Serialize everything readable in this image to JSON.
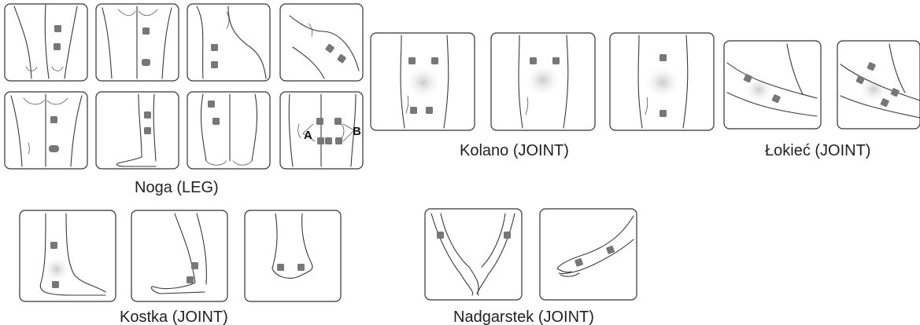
{
  "captions": {
    "leg": "Noga (LEG)",
    "knee": "Kolano  (JOINT)",
    "elbow": "Łokieć (JOINT)",
    "ankle": "Kostka (JOINT)",
    "wrist": "Nadgarstek (JOINT)"
  },
  "markers": {
    "a": "A",
    "b": "B"
  },
  "colors": {
    "pad": "#777777",
    "outline": "#333333",
    "glow": "#cfcfcf"
  }
}
